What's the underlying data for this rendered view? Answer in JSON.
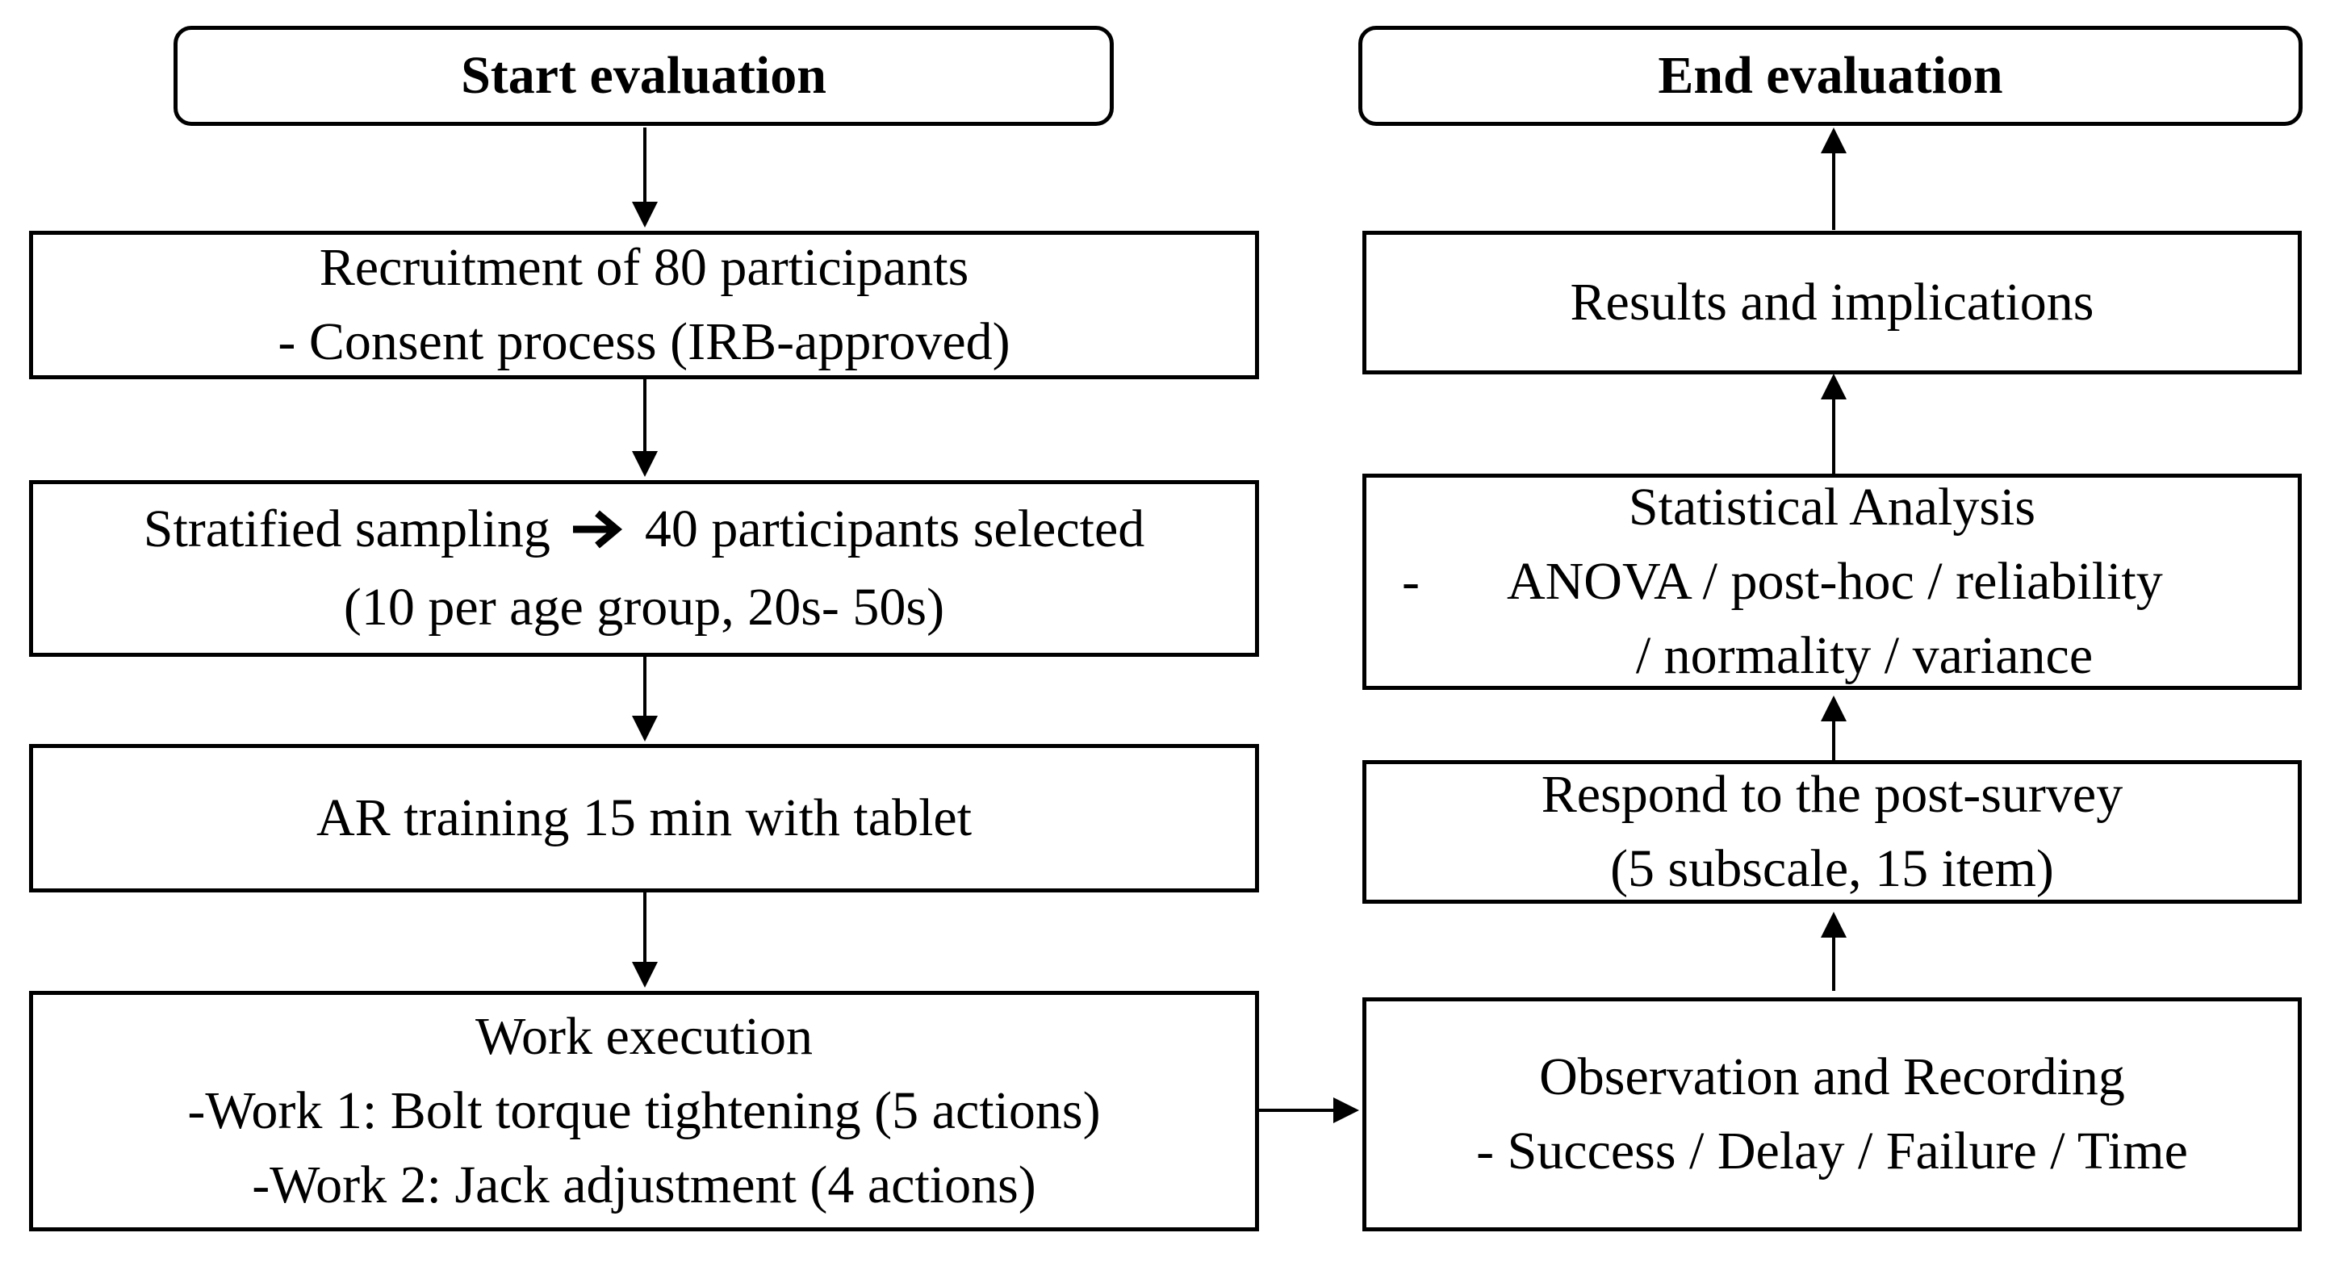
{
  "left_column": {
    "start": "Start evaluation",
    "recruit": {
      "line1": "Recruitment of 80 participants",
      "line2": "- Consent process (IRB-approved)"
    },
    "sampling": {
      "line1_a": "Stratified sampling",
      "line1_b": "40 participants selected",
      "line2": "(10 per age group, 20s- 50s)",
      "arrow_icon": "right-arrow-icon"
    },
    "training": {
      "line1": "AR training 15 min with tablet"
    },
    "work": {
      "line1": "Work execution",
      "line2": "-Work 1: Bolt torque tightening (5 actions)",
      "line3": "-Work 2: Jack adjustment (4 actions)"
    }
  },
  "right_column": {
    "end": "End evaluation",
    "results": {
      "line1": "Results and implications"
    },
    "stats": {
      "line1": "Statistical Analysis",
      "dash": "-",
      "line2": "ANOVA / post-hoc / reliability",
      "line3": "/ normality / variance"
    },
    "survey": {
      "line1": "Respond to the post-survey",
      "line2": "(5 subscale, 15 item)"
    },
    "observation": {
      "line1": "Observation and Recording",
      "line2": "- Success / Delay / Failure / Time"
    }
  },
  "colors": {
    "stroke": "#000000",
    "background": "#ffffff"
  }
}
